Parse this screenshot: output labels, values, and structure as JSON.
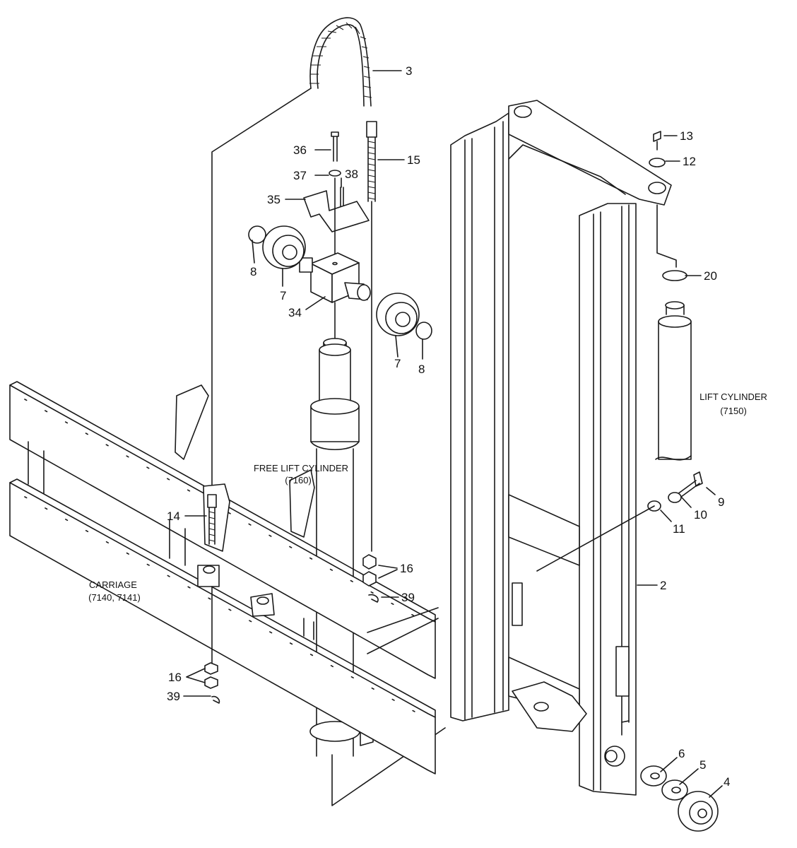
{
  "diagram": {
    "callouts": {
      "c3": "3",
      "c13": "13",
      "c12": "12",
      "c36": "36",
      "c15": "15",
      "c37": "37",
      "c38": "38",
      "c35": "35",
      "c8a": "8",
      "c7a": "7",
      "c34": "34",
      "c20": "20",
      "c7b": "7",
      "c8b": "8",
      "c9": "9",
      "c10": "10",
      "c11": "11",
      "c14": "14",
      "c16a": "16",
      "c39a": "39",
      "c2": "2",
      "c16b": "16",
      "c39b": "39",
      "c6": "6",
      "c5": "5",
      "c4": "4"
    },
    "captions": {
      "lift_cylinder": "LIFT CYLINDER",
      "lift_cylinder_code": "(7150)",
      "free_lift_cylinder": "FREE LIFT CYLINDER",
      "free_lift_cylinder_code": "(7160)",
      "carriage": "CARRIAGE",
      "carriage_code": "(7140, 7141)"
    }
  }
}
